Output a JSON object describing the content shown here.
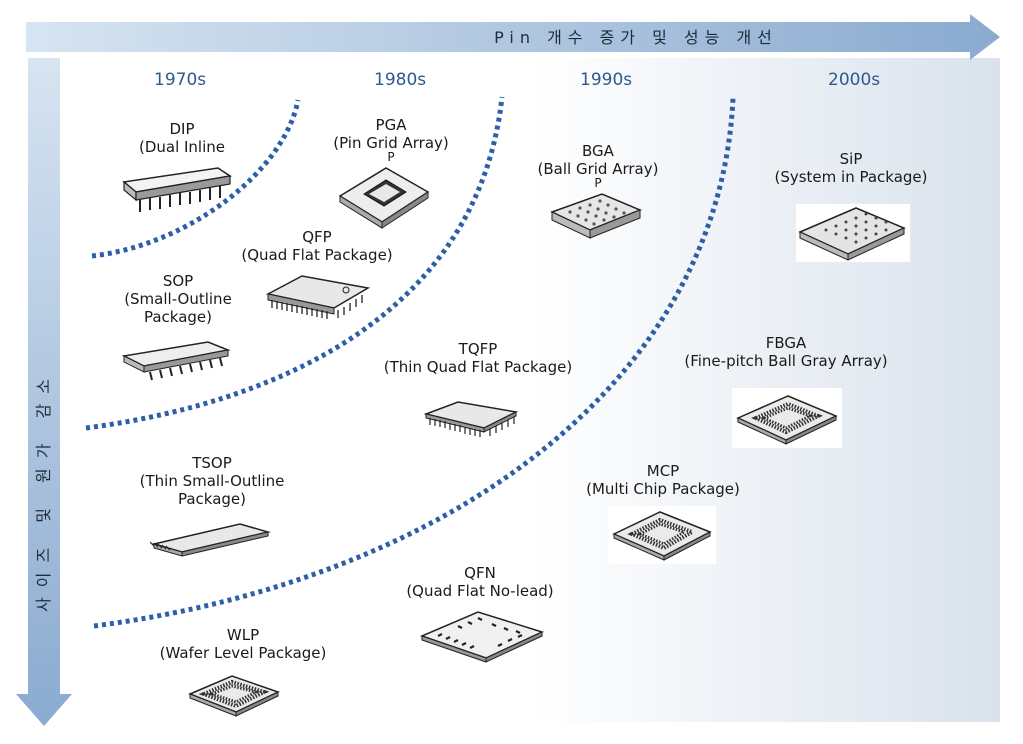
{
  "axes": {
    "top_label": "Pin 개수 증가 및 성능 개선",
    "left_label": "사이즈 및 원가 감소"
  },
  "decades": [
    "1970s",
    "1980s",
    "1990s",
    "2000s"
  ],
  "packages": {
    "dip": {
      "abbr": "DIP",
      "full": "(Dual Inline"
    },
    "pga": {
      "abbr": "PGA",
      "full": "(Pin Grid Array)",
      "extra": "P"
    },
    "bga": {
      "abbr": "BGA",
      "full": "(Ball Grid Array)",
      "extra": "P"
    },
    "sip": {
      "abbr": "SiP",
      "full": "(System in Package)"
    },
    "qfp": {
      "abbr": "QFP",
      "full": "(Quad Flat Package)"
    },
    "sop": {
      "abbr": "SOP",
      "full": "(Small-Outline",
      "full2": "Package)"
    },
    "tqfp": {
      "abbr": "TQFP",
      "full": "(Thin Quad Flat Package)"
    },
    "fbga": {
      "abbr": "FBGA",
      "full": "(Fine-pitch Ball Gray Array)"
    },
    "tsop": {
      "abbr": "TSOP",
      "full": "(Thin Small-Outline",
      "full2": "Package)"
    },
    "mcp": {
      "abbr": "MCP",
      "full": "(Multi Chip Package)"
    },
    "qfn": {
      "abbr": "QFN",
      "full": "(Quad Flat No-lead)"
    },
    "wlp": {
      "abbr": "WLP",
      "full": "(Wafer Level Package)"
    }
  },
  "colors": {
    "arrow": "#8fb0d4",
    "dotted_line": "#2d5fa8",
    "decade_text": "#2e5a8c"
  }
}
